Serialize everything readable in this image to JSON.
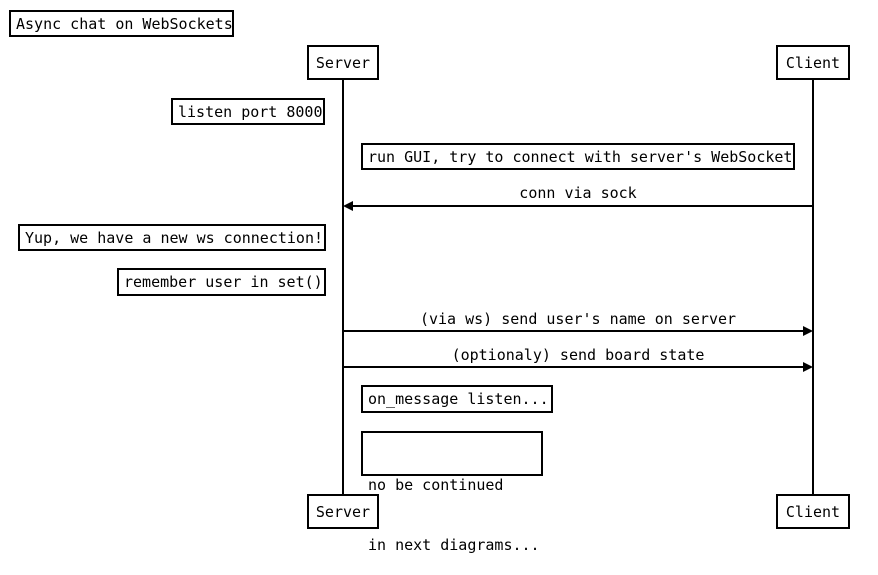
{
  "title": "Async chat on WebSockets",
  "actors": {
    "server": "Server",
    "client": "Client"
  },
  "notes": {
    "listen": "listen port 8000",
    "run_gui": "run GUI, try to connect with server's WebSocket",
    "new_conn": "Yup, we have a new ws connection!",
    "remember": "remember user in set()",
    "on_message": "on_message listen...",
    "continued_1": "no be continued",
    "continued_2": "in next diagrams..."
  },
  "messages": {
    "conn": "conn via sock",
    "send_name": "(via ws) send user's name on server",
    "board_state": "(optionaly) send board state"
  }
}
